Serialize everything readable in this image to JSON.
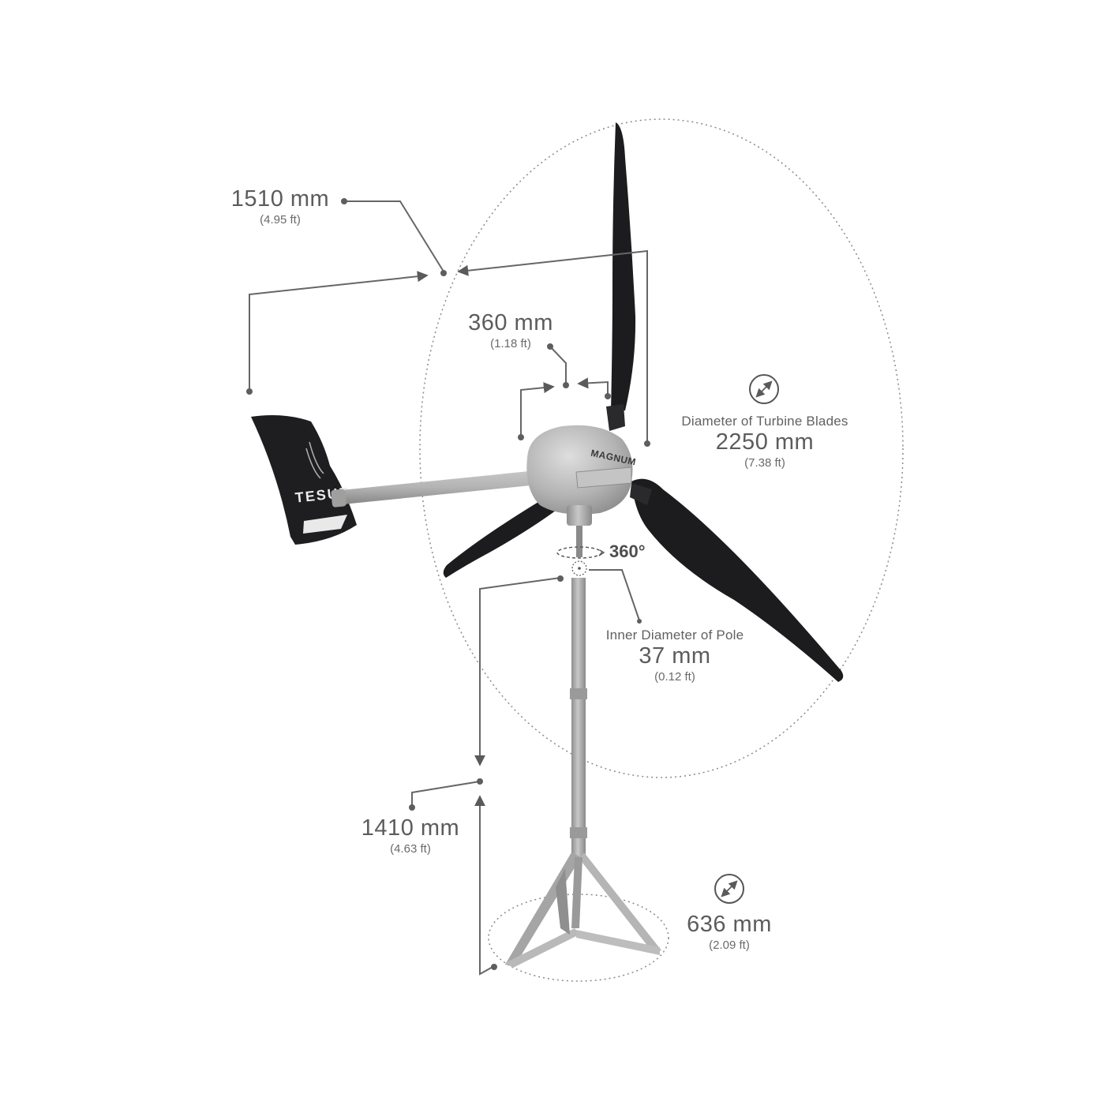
{
  "dimensions": {
    "tail_length": {
      "value": "1510 mm",
      "imperial": "(4.95 ft)"
    },
    "hub_offset": {
      "value": "360 mm",
      "imperial": "(1.18 ft)"
    },
    "blade_diameter": {
      "caption": "Diameter of Turbine Blades",
      "value": "2250 mm",
      "imperial": "(7.38 ft)"
    },
    "rotation": {
      "value": "360°"
    },
    "pole_inner_diameter": {
      "caption": "Inner Diameter of Pole",
      "value": "37 mm",
      "imperial": "(0.12 ft)"
    },
    "pole_height": {
      "value": "1410 mm",
      "imperial": "(4.63 ft)"
    },
    "base_diameter": {
      "value": "636 mm",
      "imperial": "(2.09 ft)"
    }
  },
  "branding": {
    "tail_logo": "TESUP",
    "nacelle_logo": "MAGNUM"
  },
  "icons": [
    "diameter-icon",
    "rotation-arrow-icon"
  ],
  "colors": {
    "annotation": "#666666",
    "blade": "#1c1c1e",
    "metal": "#a9a9a9",
    "nacelle": "#b9b9b9"
  }
}
